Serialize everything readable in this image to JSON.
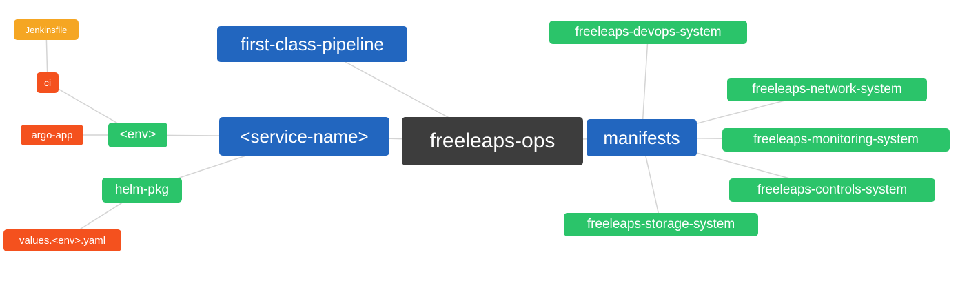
{
  "diagram": {
    "type": "mindmap",
    "root": "freeleaps_ops",
    "colors": {
      "primary_blue": "#2266bf",
      "green": "#2bc46a",
      "red_orange": "#f4511e",
      "amber": "#f5a623",
      "dark_gray": "#3d3d3d",
      "edge_gray": "#d4d4d4"
    },
    "nodes": {
      "jenkinsfile": {
        "label": "Jenkinsfile"
      },
      "ci": {
        "label": "ci"
      },
      "argo_app": {
        "label": "argo-app"
      },
      "env": {
        "label": "<env>"
      },
      "helm_pkg": {
        "label": "helm-pkg"
      },
      "values_env_yaml": {
        "label": "values.<env>.yaml"
      },
      "first_class_pipeline": {
        "label": "first-class-pipeline"
      },
      "service_name": {
        "label": "<service-name>"
      },
      "freeleaps_ops": {
        "label": "freeleaps-ops"
      },
      "manifests": {
        "label": "manifests"
      },
      "devops_system": {
        "label": "freeleaps-devops-system"
      },
      "network_system": {
        "label": "freeleaps-network-system"
      },
      "monitoring_system": {
        "label": "freeleaps-monitoring-system"
      },
      "controls_system": {
        "label": "freeleaps-controls-system"
      },
      "storage_system": {
        "label": "freeleaps-storage-system"
      }
    },
    "edges": [
      [
        "jenkinsfile",
        "ci"
      ],
      [
        "ci",
        "env"
      ],
      [
        "argo_app",
        "env"
      ],
      [
        "env",
        "service_name"
      ],
      [
        "helm_pkg",
        "service_name"
      ],
      [
        "values_env_yaml",
        "helm_pkg"
      ],
      [
        "first_class_pipeline",
        "freeleaps_ops"
      ],
      [
        "service_name",
        "freeleaps_ops"
      ],
      [
        "freeleaps_ops",
        "manifests"
      ],
      [
        "manifests",
        "devops_system"
      ],
      [
        "manifests",
        "network_system"
      ],
      [
        "manifests",
        "monitoring_system"
      ],
      [
        "manifests",
        "controls_system"
      ],
      [
        "manifests",
        "storage_system"
      ]
    ]
  }
}
